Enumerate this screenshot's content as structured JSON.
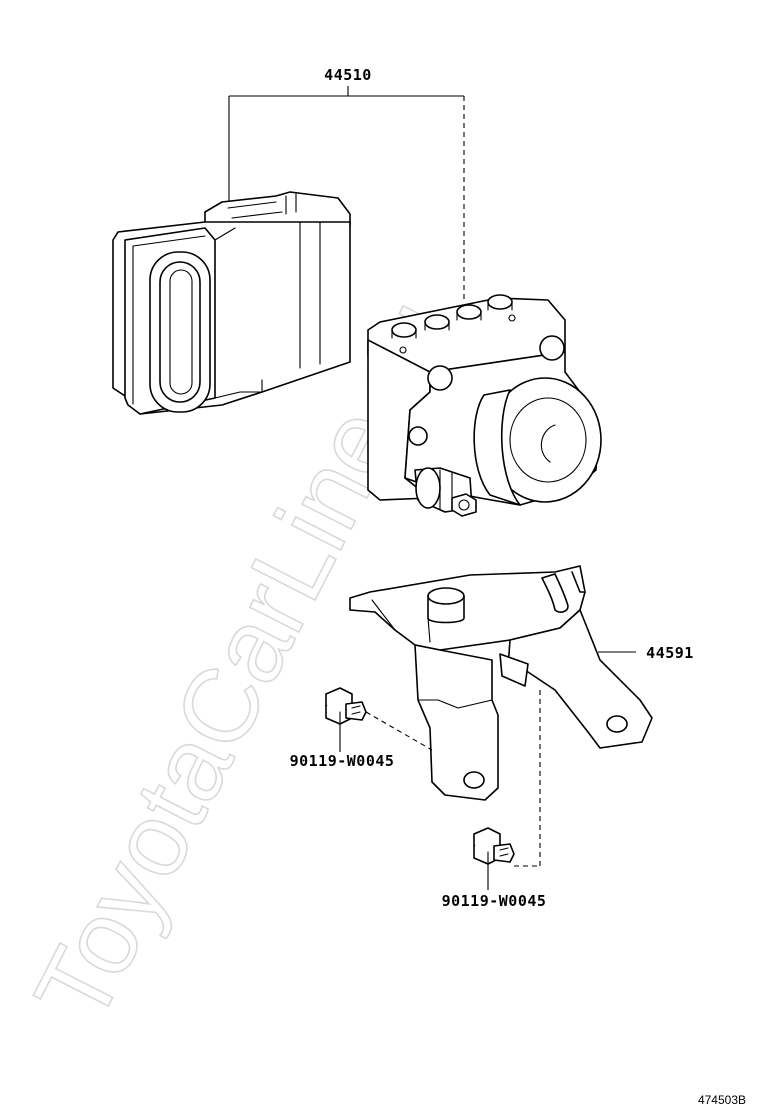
{
  "diagram": {
    "watermark": "ToyotaCarLine.ru",
    "figure_ref": "474503B",
    "parts": [
      {
        "id": "abs-actuator-assembly",
        "number": "44510"
      },
      {
        "id": "actuator-bracket",
        "number": "44591"
      },
      {
        "id": "bolt-upper",
        "number": "90119-W0045"
      },
      {
        "id": "bolt-lower",
        "number": "90119-W0045"
      }
    ]
  }
}
